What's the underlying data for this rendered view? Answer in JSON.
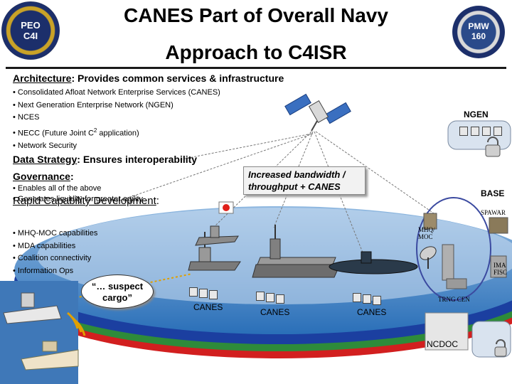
{
  "title": {
    "line1": "CANES Part of Overall Navy",
    "line2": "Approach to C4ISR"
  },
  "logos": {
    "left_seal_text": "PEO C4I",
    "right_seal_text": "PMW 160"
  },
  "architecture": {
    "heading_underlined": "Architecture",
    "heading_rest": ": Provides common services & infrastructure",
    "bullets": [
      "Consolidated Afloat Network Enterprise Services (CANES)",
      "Next Generation Enterprise Network (NGEN)",
      "NCES",
      "Network Security"
    ],
    "necc_pre": "NECC (Future Joint C",
    "necc_sup": "2",
    "necc_post": " application)"
  },
  "data_strategy": {
    "heading_underlined": "Data Strategy",
    "heading_rest": ": Ensures interoperability"
  },
  "governance": {
    "heading_underlined": "Governance",
    "heading_rest": ":",
    "bullets": [
      "Enables all of the above",
      "Generates liquidity for greater agility"
    ]
  },
  "rapid": {
    "heading_underlined": "Rapid Capability Development",
    "heading_rest": ":",
    "bullets": [
      "MHQ-MOC capabilities",
      "MDA capabilities",
      "Coalition connectivity",
      "Information Ops"
    ]
  },
  "callouts": {
    "bandwidth_line1": "Increased bandwidth /",
    "bandwidth_line2": "throughput + CANES",
    "cargo_line1": "“… suspect",
    "cargo_line2": "cargo”"
  },
  "labels": {
    "ngen": "NGEN",
    "base": "BASE",
    "spawar": "SPAWAR",
    "mhq_line1": "MHQ/",
    "mhq_line2": "MOC",
    "ima_line1": "IMA",
    "ima_line2": "FISC",
    "trng": "TRNG CEN",
    "ncdoc": "NCDOC",
    "canes_1": "CANES",
    "canes_2": "CANES",
    "canes_3": "CANES"
  },
  "colors": {
    "ring_red": "#d21f1f",
    "ring_green": "#2e8b3a",
    "ring_blue": "#1b3fa0",
    "ocean": "#2a6fb8",
    "callout_bg": "#f2f2f2",
    "badge_red": "#e0201a"
  },
  "icons": {
    "satellite": "satellite-icon",
    "lock": "padlock-icon",
    "dish": "satellite-dish-icon"
  }
}
